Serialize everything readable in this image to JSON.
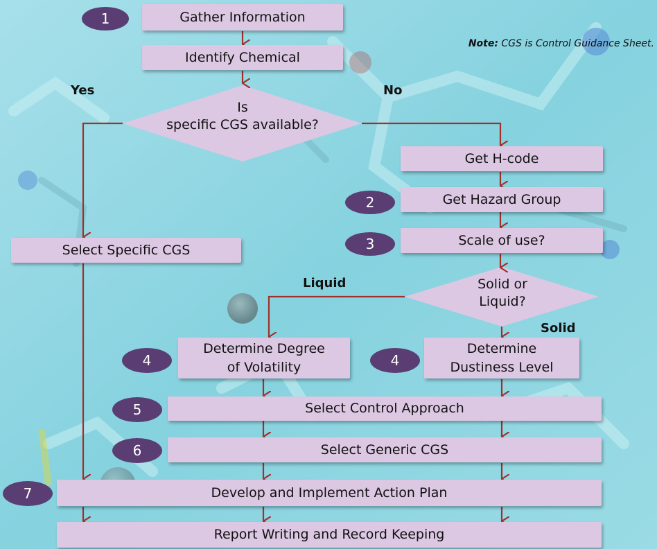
{
  "note": {
    "prefix": "Note:",
    "text": "CGS is Control Guidance Sheet."
  },
  "badges": {
    "b1": "1",
    "b2": "2",
    "b3": "3",
    "b4a": "4",
    "b4b": "4",
    "b5": "5",
    "b6": "6",
    "b7": "7"
  },
  "steps": {
    "gather": "Gather Information",
    "identify": "Identify Chemical",
    "decision1_line1": "Is",
    "decision1_line2": "specific CGS available?",
    "hcode": "Get H-code",
    "hazard_group": "Get Hazard Group",
    "scale": "Scale of use?",
    "decision2_line1": "Solid or",
    "decision2_line2": "Liquid?",
    "specific_cgs": "Select Specific CGS",
    "volatility_line1": "Determine Degree",
    "volatility_line2": "of Volatility",
    "dustiness_line1": "Determine",
    "dustiness_line2": "Dustiness Level",
    "control_approach": "Select Control Approach",
    "generic_cgs": "Select Generic CGS",
    "action_plan": "Develop and Implement Action Plan",
    "report": "Report Writing and Record Keeping"
  },
  "labels": {
    "yes": "Yes",
    "no": "No",
    "liquid": "Liquid",
    "solid": "Solid"
  },
  "colors": {
    "box": "#ddc8e3",
    "badge": "#5a3d73",
    "arrow": "#a0302a",
    "background": "#8fd6e2"
  }
}
